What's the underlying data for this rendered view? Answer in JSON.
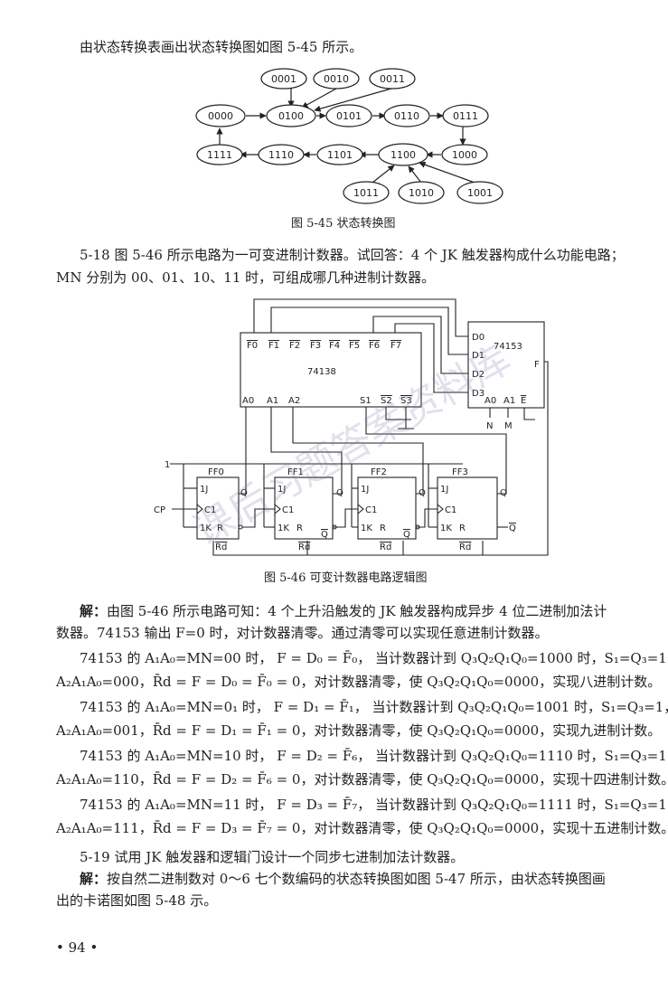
{
  "intro": "由状态转换表画出状态转换图如图 5-45 所示。",
  "fig45": {
    "states": {
      "s0001": "0001",
      "s0010": "0010",
      "s0011": "0011",
      "s0000": "0000",
      "s0100": "0100",
      "s0101": "0101",
      "s0110": "0110",
      "s0111": "0111",
      "s1111": "1111",
      "s1110": "1110",
      "s1101": "1101",
      "s1100": "1100",
      "s1000": "1000",
      "s1011": "1011",
      "s1010": "1010",
      "s1001": "1001"
    },
    "caption": "图 5-45   状态转换图"
  },
  "q518": {
    "line1": "5-18   图 5-46 所示电路为一可变进制计数器。试回答：4 个 JK 触发器构成什么功能电路；",
    "line2": "MN 分别为 00、01、10、11 时，可组成哪几种进制计数器。"
  },
  "fig46": {
    "chip74138": "74138",
    "chip74153": "74153",
    "outputs": [
      "F0",
      "F1",
      "F2",
      "F3",
      "F4",
      "F5",
      "F6",
      "F7"
    ],
    "inputs138": [
      "A0",
      "A1",
      "A2",
      "S1",
      "S2",
      "S3"
    ],
    "d153": [
      "D0",
      "D1",
      "D2",
      "D3"
    ],
    "a153": [
      "A0",
      "A1",
      "E"
    ],
    "f153": "F",
    "n": "N",
    "m": "M",
    "one": "1",
    "cp": "CP",
    "ff": [
      "FF0",
      "FF1",
      "FF2",
      "FF3"
    ],
    "pins": {
      "j": "1J",
      "c": "C1",
      "k": "1K",
      "r": "R",
      "q": "Q",
      "qn": "Q",
      "rd": "Rd"
    },
    "caption": "图 5-46   可变计数器电路逻辑图"
  },
  "ans": {
    "l1_label": "解：",
    "l1": "由图 5-46 所示电路可知：4 个上升沿触发的 JK 触发器构成异步 4 位二进制加法计",
    "l2": "数器。74153 输出 F=0 时，对计数器清零。通过清零可以实现任意进制计数器。",
    "r1a": "74153 的 A₁A₀=MN=00 时，  F = D₀ = F̄₀，  当计数器计到 Q₃Q₂Q₁Q₀=1000 时，S₁=Q₃=1，",
    "r1b": "A₂A₁A₀=000，R̄d = F = D₀ = F̄₀ = 0，对计数器清零，使 Q₃Q₂Q₁Q₀=0000，实现八进制计数。",
    "r2a": "74153 的 A₁A₀=MN=0₁ 时，  F = D₁ = F̄₁，  当计数器计到 Q₃Q₂Q₁Q₀=1001 时，S₁=Q₃=1，",
    "r2b": "A₂A₁A₀=001，R̄d = F = D₁ = F̄₁ = 0，对计数器清零，使 Q₃Q₂Q₁Q₀=0000，实现九进制计数。",
    "r3a": "74153 的 A₁A₀=MN=10 时，  F = D₂ = F̄₆，  当计数器计到 Q₃Q₂Q₁Q₀=1110 时，S₁=Q₃=1，",
    "r3b": "A₂A₁A₀=110，R̄d = F = D₂ = F̄₆ = 0，对计数器清零，使 Q₃Q₂Q₁Q₀=0000，实现十四进制计数。",
    "r4a": "74153 的 A₁A₀=MN=11 时，  F = D₃ = F̄₇，  当计数器计到 Q₃Q₂Q₁Q₀=1111 时，S₁=Q₃=1，",
    "r4b": "A₂A₁A₀=111，R̄d = F = D₃ = F̄₇ = 0，对计数器清零，使 Q₃Q₂Q₁Q₀=0000，实现十五进制计数。"
  },
  "q519": "5-19   试用 JK 触发器和逻辑门设计一个同步七进制加法计数器。",
  "ans519": {
    "label": "解：",
    "l1": "按自然二进制数对 0～6 七个数编码的状态转换图如图 5-47 所示，由状态转换图画",
    "l2": "出的卡诺图如图 5-48 示。"
  },
  "page_no": "• 94 •",
  "watermark": "课后习题答案资料库"
}
